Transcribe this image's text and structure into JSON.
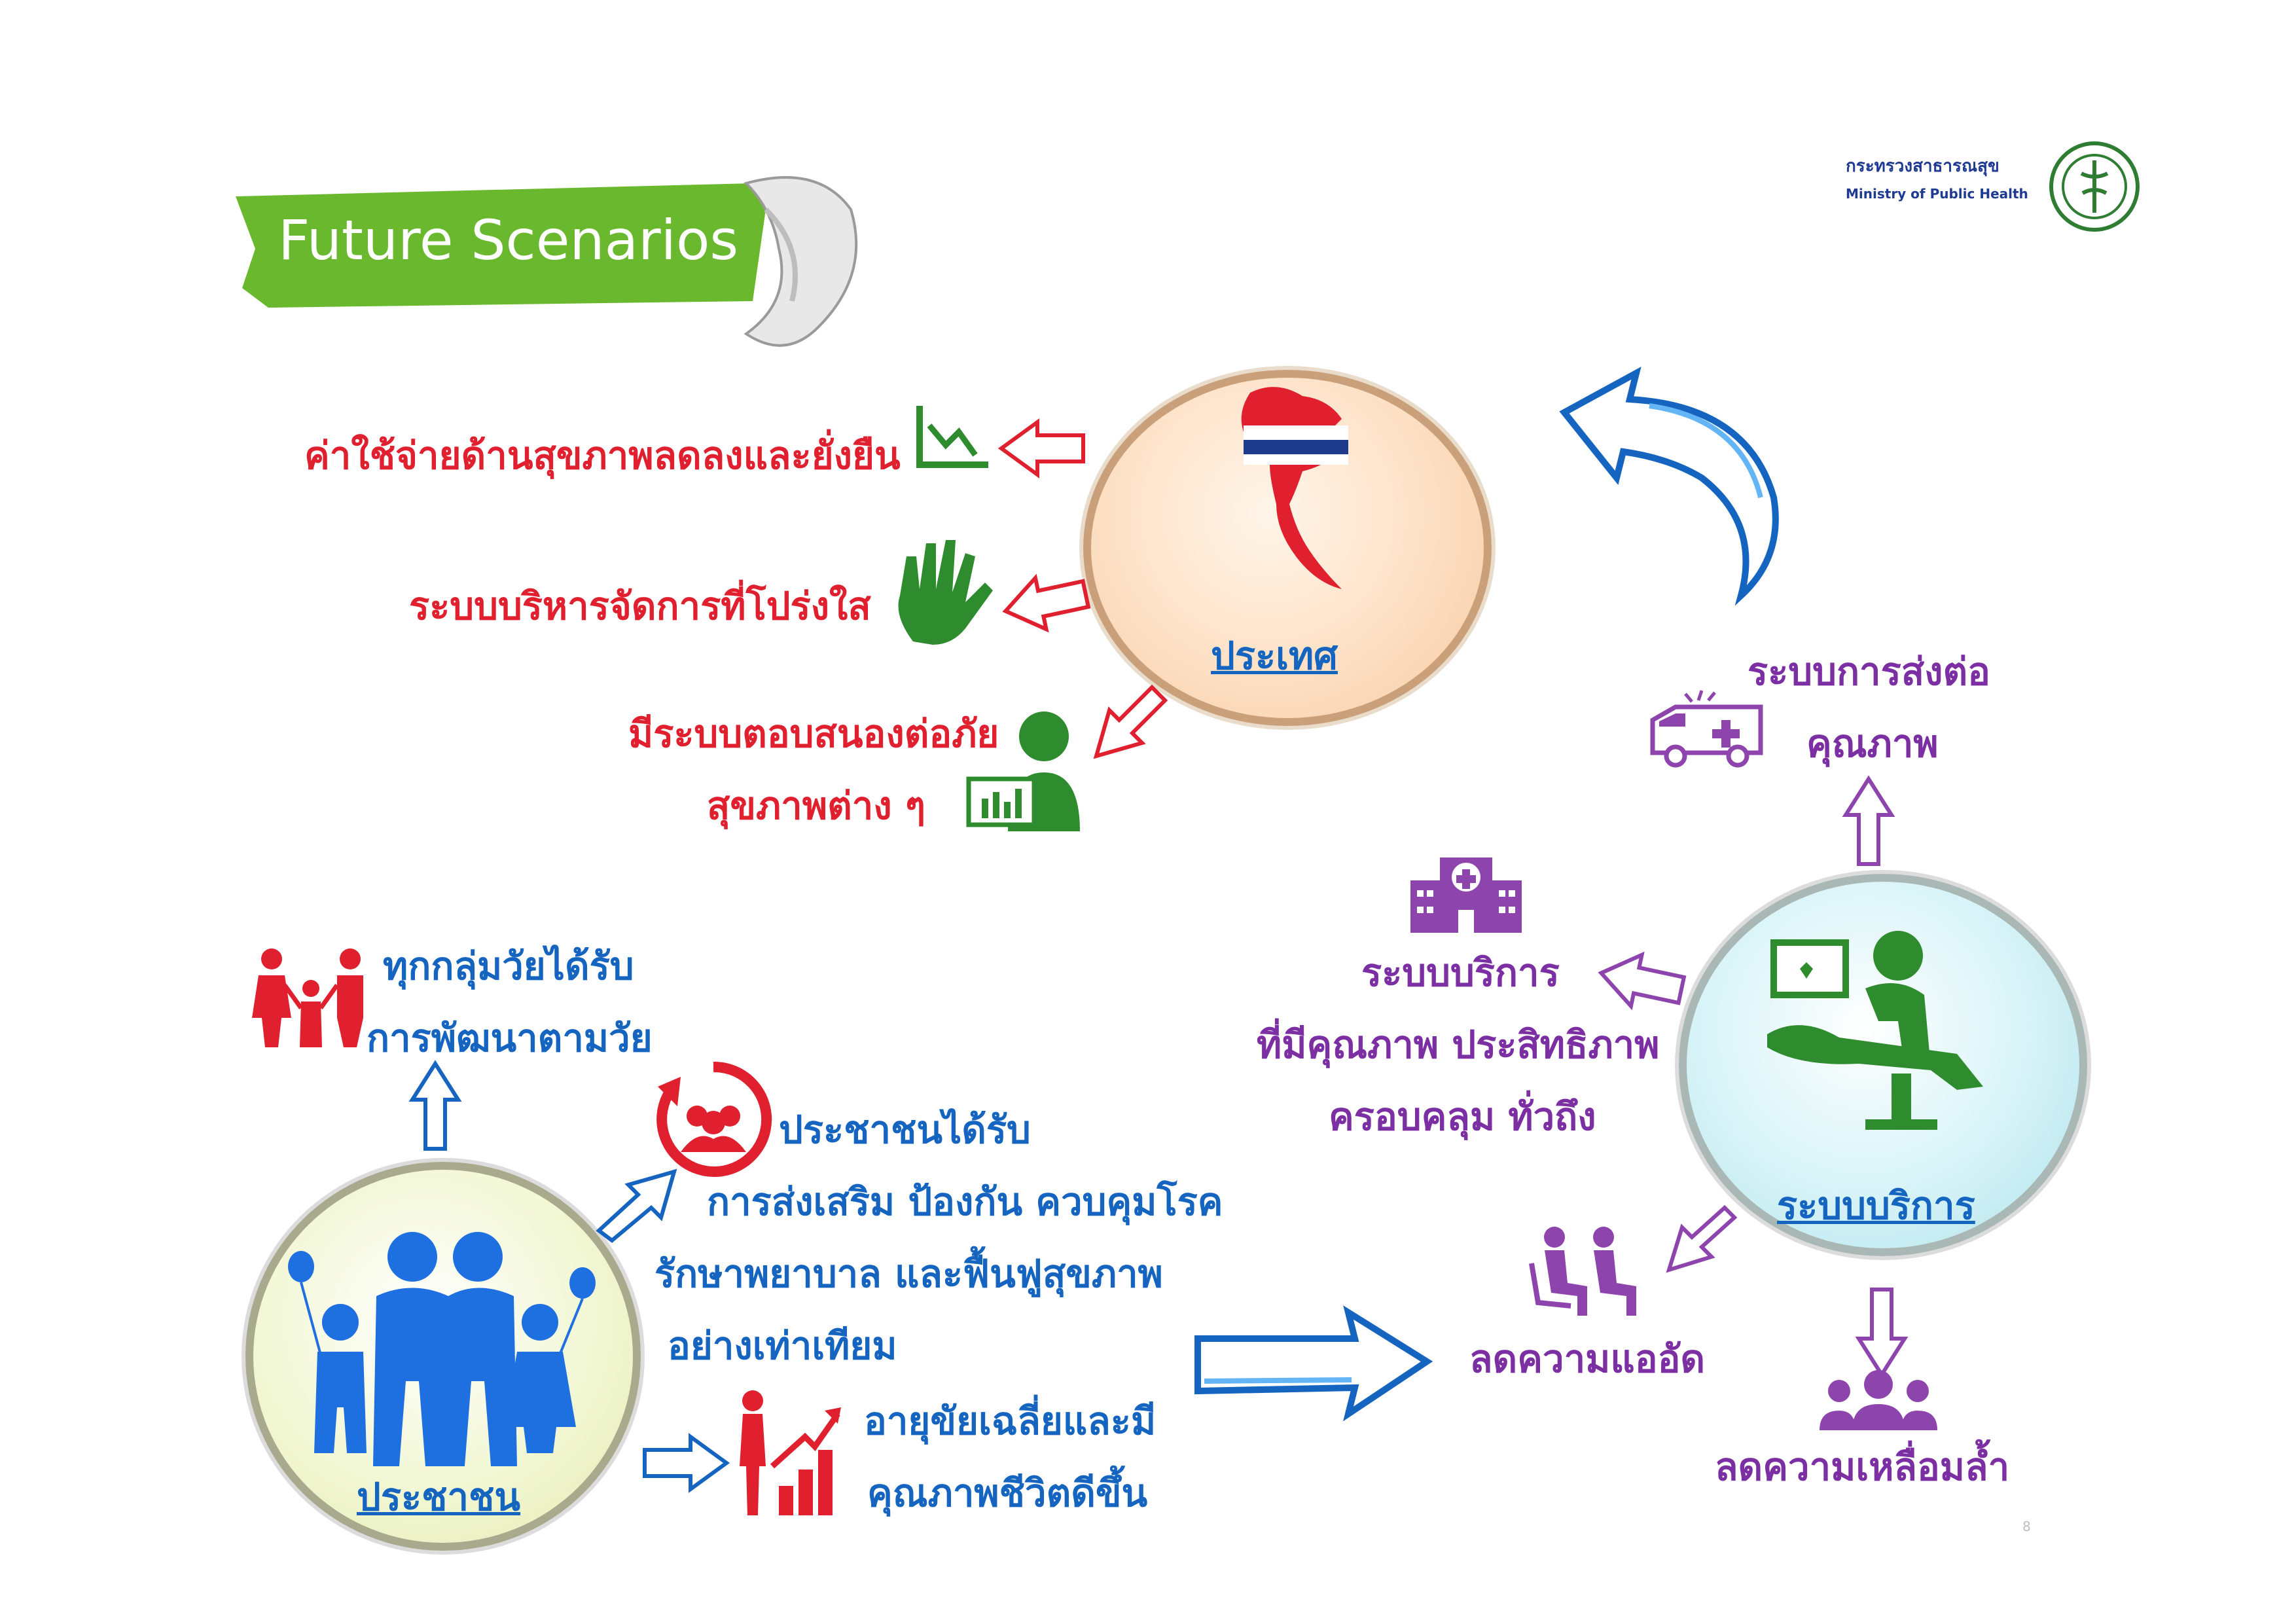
{
  "banner": {
    "title": "Future Scenarios"
  },
  "ministry": {
    "name_th": "กระทรวงสาธารณสุข",
    "name_en": "Ministry of Public Health"
  },
  "country": {
    "label": "ประเทศ",
    "outcomes": {
      "cost": "ค่าใช้จ่ายด้านสุขภาพลดลงและยั่งยืน",
      "governance": "ระบบบริหารจัดการที่โปร่งใส",
      "response_line1": "มีระบบตอบสนองต่อภัย",
      "response_line2": "สุขภาพต่าง ๆ"
    }
  },
  "people": {
    "label": "ประชาชน",
    "outcomes": {
      "age_line1": "ทุกกลุ่มวัยได้รับ",
      "age_line2": "การพัฒนาตามวัย",
      "promo_line1": "ประชาชนได้รับ",
      "promo_line2": "การส่งเสริม ป้องกัน ควบคุมโรค",
      "promo_line3": "รักษาพยาบาล และฟื้นฟูสุขภาพ",
      "promo_line4": "อย่างเท่าเทียม",
      "life_line1": "อายุขัยเฉลี่ยและมี",
      "life_line2": "คุณภาพชีวิตดีขึ้น"
    }
  },
  "service": {
    "label": "ระบบบริการ",
    "outcomes": {
      "referral_line1": "ระบบการส่งต่อ",
      "referral_line2": "คุณภาพ",
      "quality_line1": "ระบบบริการ",
      "quality_line2": "ที่มีคุณภาพ ประสิทธิภาพ",
      "quality_line3": "ครอบคลุม ทั่วถึง",
      "crowding": "ลดความแออัด",
      "inequality": "ลดความเหลื่อมล้ำ"
    }
  },
  "page_number": "8",
  "colors": {
    "red": "#e0202f",
    "blue": "#1565c0",
    "green": "#2e8b2e",
    "purple": "#7b2fa3",
    "banner": "#6ab82e"
  }
}
